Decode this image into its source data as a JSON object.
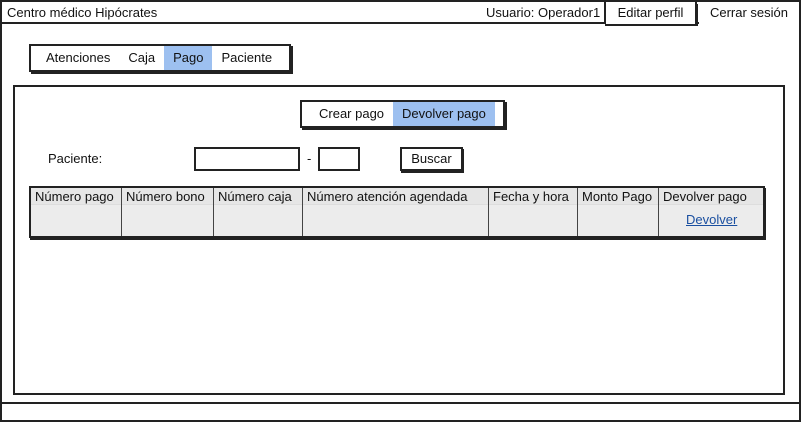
{
  "header": {
    "app_title": "Centro médico Hipócrates",
    "user_label": "Usuario: Operador1",
    "edit_profile": "Editar perfil",
    "logout": "Cerrar sesión"
  },
  "tabs": [
    {
      "label": "Atenciones",
      "active": false
    },
    {
      "label": "Caja",
      "active": false
    },
    {
      "label": "Pago",
      "active": true
    },
    {
      "label": "Paciente",
      "active": false
    }
  ],
  "subtabs": [
    {
      "label": "Crear pago",
      "active": false
    },
    {
      "label": "Devolver pago",
      "active": true
    }
  ],
  "search": {
    "label": "Paciente:",
    "input1_value": "",
    "separator": "-",
    "input2_value": "",
    "button": "Buscar"
  },
  "table": {
    "columns": [
      "Número pago",
      "Número bono",
      "Número caja",
      "Número atención agendada",
      "Fecha y hora",
      "Monto Pago",
      "Devolver pago"
    ],
    "rows": [
      {
        "action_link": "Devolver"
      }
    ]
  },
  "colors": {
    "active_tab": "#9dc0f0",
    "table_bg": "#ececec",
    "link": "#1a4fa0",
    "border": "#222222"
  }
}
